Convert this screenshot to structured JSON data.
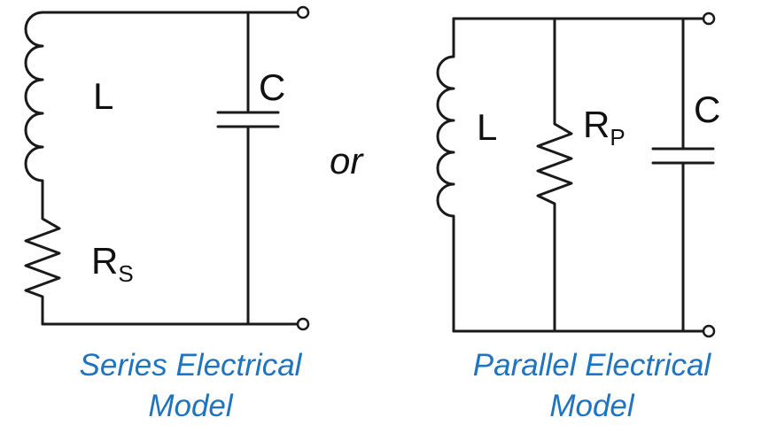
{
  "series_model": {
    "inductor_label": "L",
    "capacitor_label": "C",
    "resistor_label": "R",
    "resistor_subscript": "S",
    "caption_line1": "Series Electrical",
    "caption_line2": "Model"
  },
  "connector": "or",
  "parallel_model": {
    "inductor_label": "L",
    "resistor_label": "R",
    "resistor_subscript": "P",
    "capacitor_label": "C",
    "caption_line1": "Parallel Electrical",
    "caption_line2": "Model"
  },
  "colors": {
    "wire": "#1a1a1a",
    "caption": "#1f74c0",
    "background": "#ffffff"
  }
}
